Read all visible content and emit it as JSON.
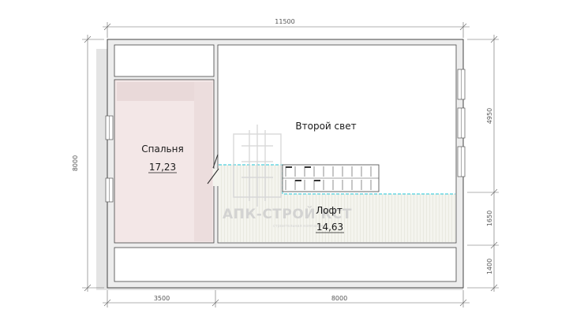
{
  "dimensions": {
    "top_total": "11500",
    "left_total": "8000",
    "bottom_left": "3500",
    "bottom_right": "8000",
    "right_top": "4950",
    "right_mid": "1650",
    "right_bottom": "1400"
  },
  "rooms": {
    "bedroom": {
      "name": "Спальня",
      "area": "17,23"
    },
    "second_light": {
      "name": "Второй свет"
    },
    "loft": {
      "name": "Лофт",
      "area": "14,63"
    }
  },
  "watermark": {
    "brand": "АПК-СТРОЙ КСТ",
    "tagline": "строительная компания"
  },
  "colors": {
    "wall": "#ededed",
    "wall_stroke": "#444444",
    "bedroom_fill": "#f3e6e6",
    "loft_fill": "#f3f3ee",
    "cyan_line": "#22c6d8"
  }
}
